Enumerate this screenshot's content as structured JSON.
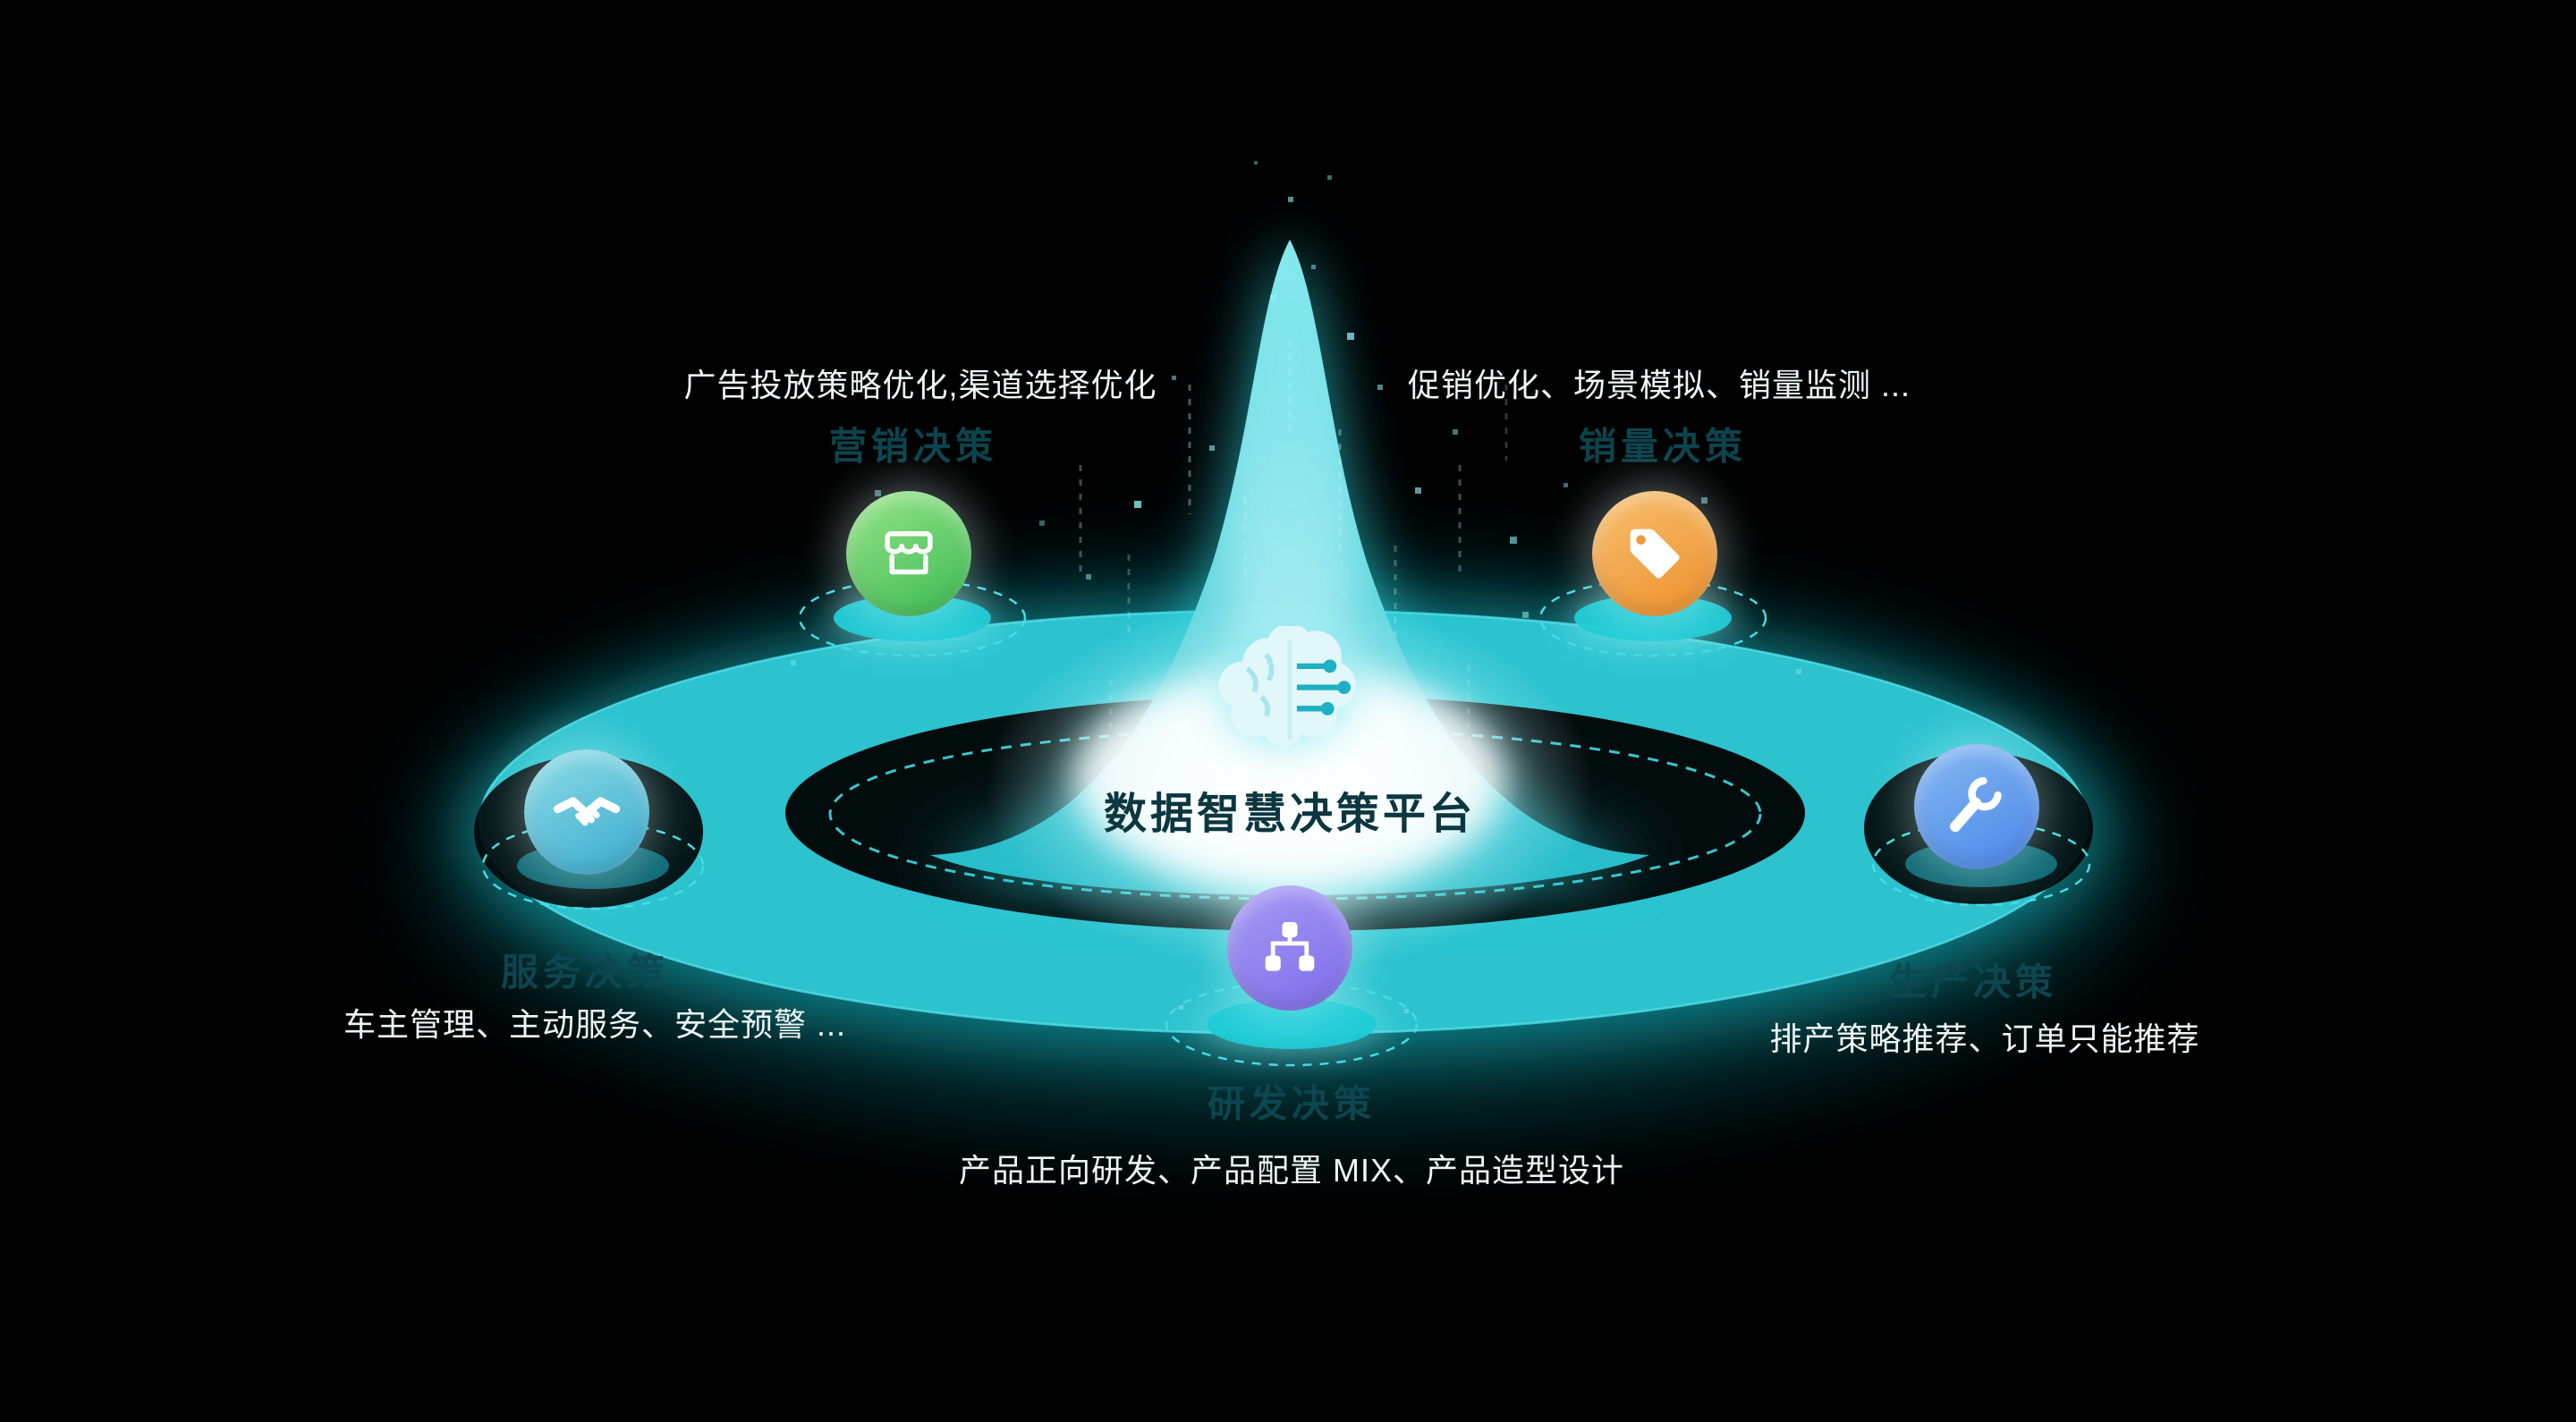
{
  "platform": {
    "title": "数据智慧决策平台",
    "icon": "brain-circuit-icon"
  },
  "nodes": [
    {
      "id": "marketing",
      "label": "营销决策",
      "description": "广告投放策略优化,渠道选择优化",
      "icon": "storefront-icon",
      "icon_color_from": "#97e489",
      "icon_color_to": "#3cba54"
    },
    {
      "id": "sales",
      "label": "销量决策",
      "description": "促销优化、场景模拟、销量监测 ...",
      "icon": "price-tag-icon",
      "icon_color_from": "#f6c070",
      "icon_color_to": "#ee8f2b"
    },
    {
      "id": "service",
      "label": "服务决策",
      "description": "车主管理、主动服务、安全预警 ...",
      "icon": "handshake-icon",
      "icon_color_from": "#8fdde6",
      "icon_color_to": "#38a9cd"
    },
    {
      "id": "production",
      "label": "生产决策",
      "description": "排产策略推荐、订单只能推荐",
      "icon": "wrench-icon",
      "icon_color_from": "#86b9f2",
      "icon_color_to": "#4a86e8"
    },
    {
      "id": "rnd",
      "label": "研发决策",
      "description": "产品正向研发、产品配置 MIX、产品造型设计",
      "icon": "hierarchy-icon",
      "icon_color_from": "#a79bf4",
      "icon_color_to": "#7d6cea"
    }
  ],
  "colors": {
    "background": "#000000",
    "platform_teal": "#2cc3cf",
    "glow_cyan": "#7deef2",
    "dashed_line": "#3fd9e3",
    "title_text": "#0c3640",
    "description_text": "#eef6f7",
    "node_label_text": "#0d4852"
  }
}
